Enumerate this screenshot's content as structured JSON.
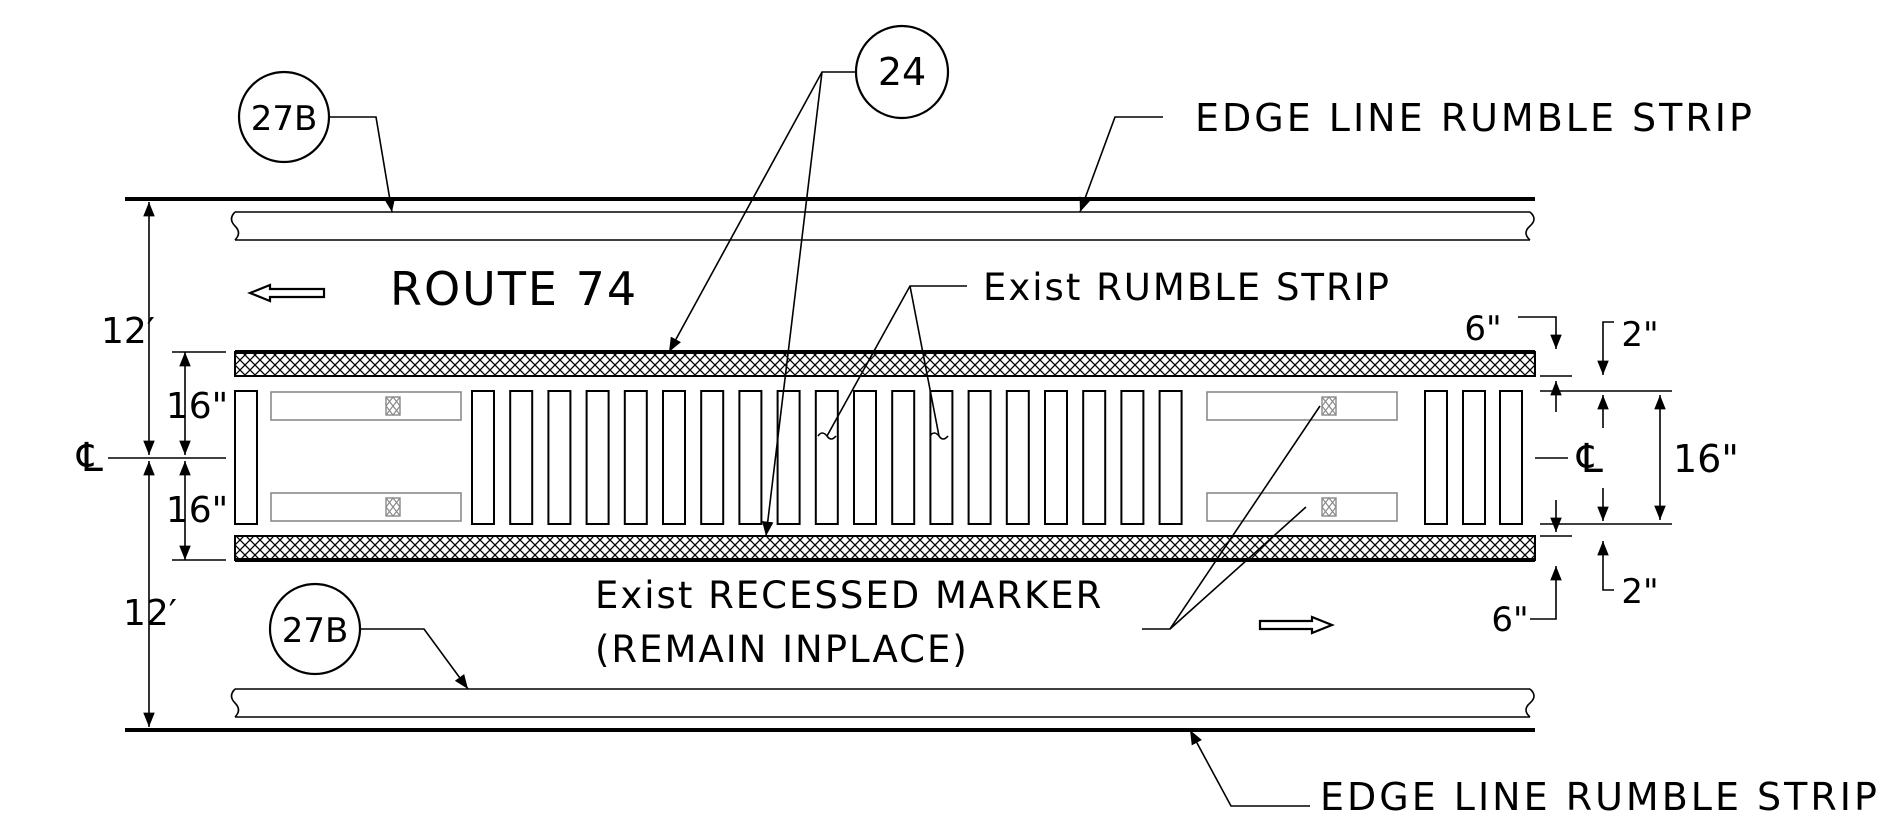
{
  "labels": {
    "edge_top": "EDGE LINE RUMBLE STRIP",
    "edge_bottom": "EDGE LINE RUMBLE STRIP",
    "route": "ROUTE 74",
    "exist_rumble": "Exist RUMBLE STRIP",
    "exist_marker_line1": "Exist RECESSED MARKER",
    "exist_marker_line2": "(REMAIN INPLACE)"
  },
  "callouts": {
    "c24": "24",
    "c27b_top": "27B",
    "c27b_bottom": "27B"
  },
  "dims": {
    "lane_top": "12′",
    "lane_bottom": "12′",
    "rumble_top": "16\"",
    "rumble_bottom": "16\"",
    "centerline_left": "℄",
    "centerline_right": "℄",
    "right_16": "16\"",
    "six_top": "6\"",
    "six_bottom": "6\"",
    "two_top": "2\"",
    "two_bottom": "2\""
  },
  "colors": {
    "ink": "#000000",
    "marker": "#8a8a8a"
  }
}
